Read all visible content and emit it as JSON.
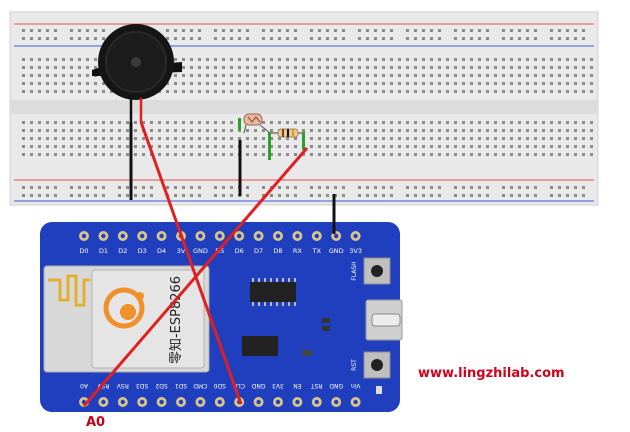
{
  "breadboard": {
    "colors": {
      "board": "#e9e9e9",
      "hole": "#8a8a8a",
      "rail_red": "#d9534f",
      "rail_blue": "#3b5bdb"
    }
  },
  "board": {
    "module_label": "零知-ESP8266",
    "top_pins": [
      "D0",
      "D1",
      "D2",
      "D3",
      "D4",
      "3V",
      "GND",
      "D5",
      "D6",
      "D7",
      "D8",
      "RX",
      "TX",
      "GND",
      "3V3"
    ],
    "bottom_pins": [
      "A0",
      "RSV",
      "RSV",
      "SD3",
      "SD2",
      "SD1",
      "CMD",
      "SD0",
      "CLK",
      "GND",
      "3V3",
      "EN",
      "RST",
      "GND",
      "Vin"
    ],
    "flash_label": "FLASH",
    "rst_label": "RST",
    "colors": {
      "pcb": "#1f3fbf",
      "pin_gold": "#d9c48a"
    }
  },
  "labels": {
    "website": "www.lingzhilab.com",
    "pin_callout": "A0"
  },
  "wire_colors": {
    "red": "#e02020",
    "black": "#111111",
    "green": "#2ca02c"
  }
}
